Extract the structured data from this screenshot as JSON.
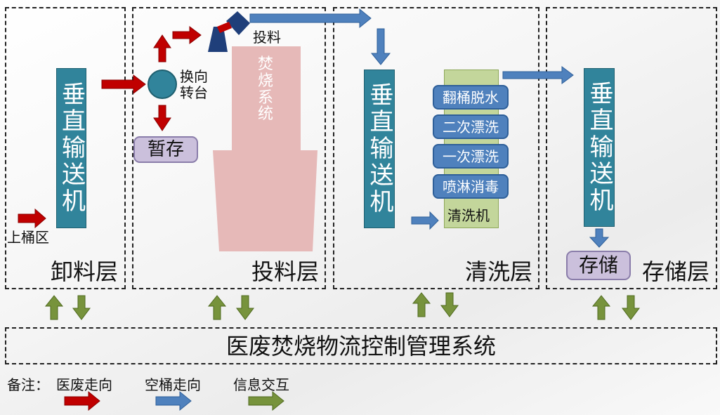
{
  "colors": {
    "medical_waste": "#c00000",
    "empty_bucket": "#4f81bd",
    "info_exchange": "#77933c",
    "conveyor": "#31849b",
    "pill": "#cbc0dc",
    "incinerator": "#e6b9b8"
  },
  "sections": {
    "unloading": "卸料层",
    "feeding": "投料层",
    "cleaning": "清洗层",
    "storage": "存储层"
  },
  "conveyor_label": "垂直输送机",
  "unloading": {
    "loading_area": "上桶区"
  },
  "feeding": {
    "turntable": "换向转台",
    "temp_storage": "暂存",
    "feed_label": "投料",
    "incinerator": "焚烧系统"
  },
  "cleaning": {
    "steps": [
      "翻桶脱水",
      "二次漂洗",
      "一次漂洗",
      "喷淋消毒"
    ],
    "washer": "清洗机"
  },
  "storage": {
    "store": "存储"
  },
  "control_system": "医废焚烧物流控制管理系统",
  "legend": {
    "title": "备注：",
    "items": [
      {
        "label": "医废走向",
        "color": "#c00000"
      },
      {
        "label": "空桶走向",
        "color": "#4f81bd"
      },
      {
        "label": "信息交互",
        "color": "#77933c"
      }
    ]
  }
}
